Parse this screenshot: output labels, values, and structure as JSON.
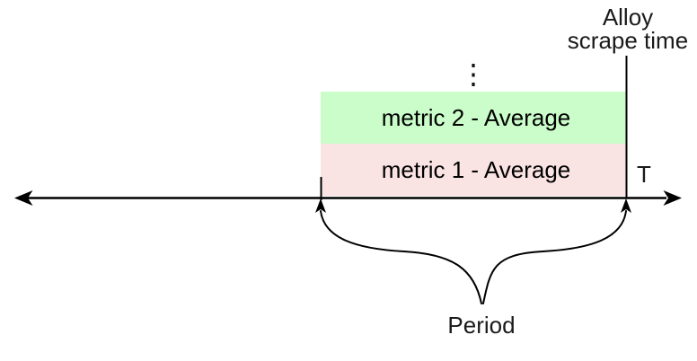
{
  "annotation_top": {
    "line1": "Alloy",
    "line2": "scrape time"
  },
  "bars": [
    {
      "label": "metric 2 - Average",
      "fill": "#cafdca"
    },
    {
      "label": "metric 1 - Average",
      "fill": "#fae4e3"
    }
  ],
  "ellipsis": "⋮",
  "axis": {
    "t_label": "T"
  },
  "brace": {
    "label": "Period"
  },
  "colors": {
    "line": "#000000",
    "text": "#1a1a1a",
    "metric2_fill": "#cafdca",
    "metric1_fill": "#fae4e3"
  }
}
